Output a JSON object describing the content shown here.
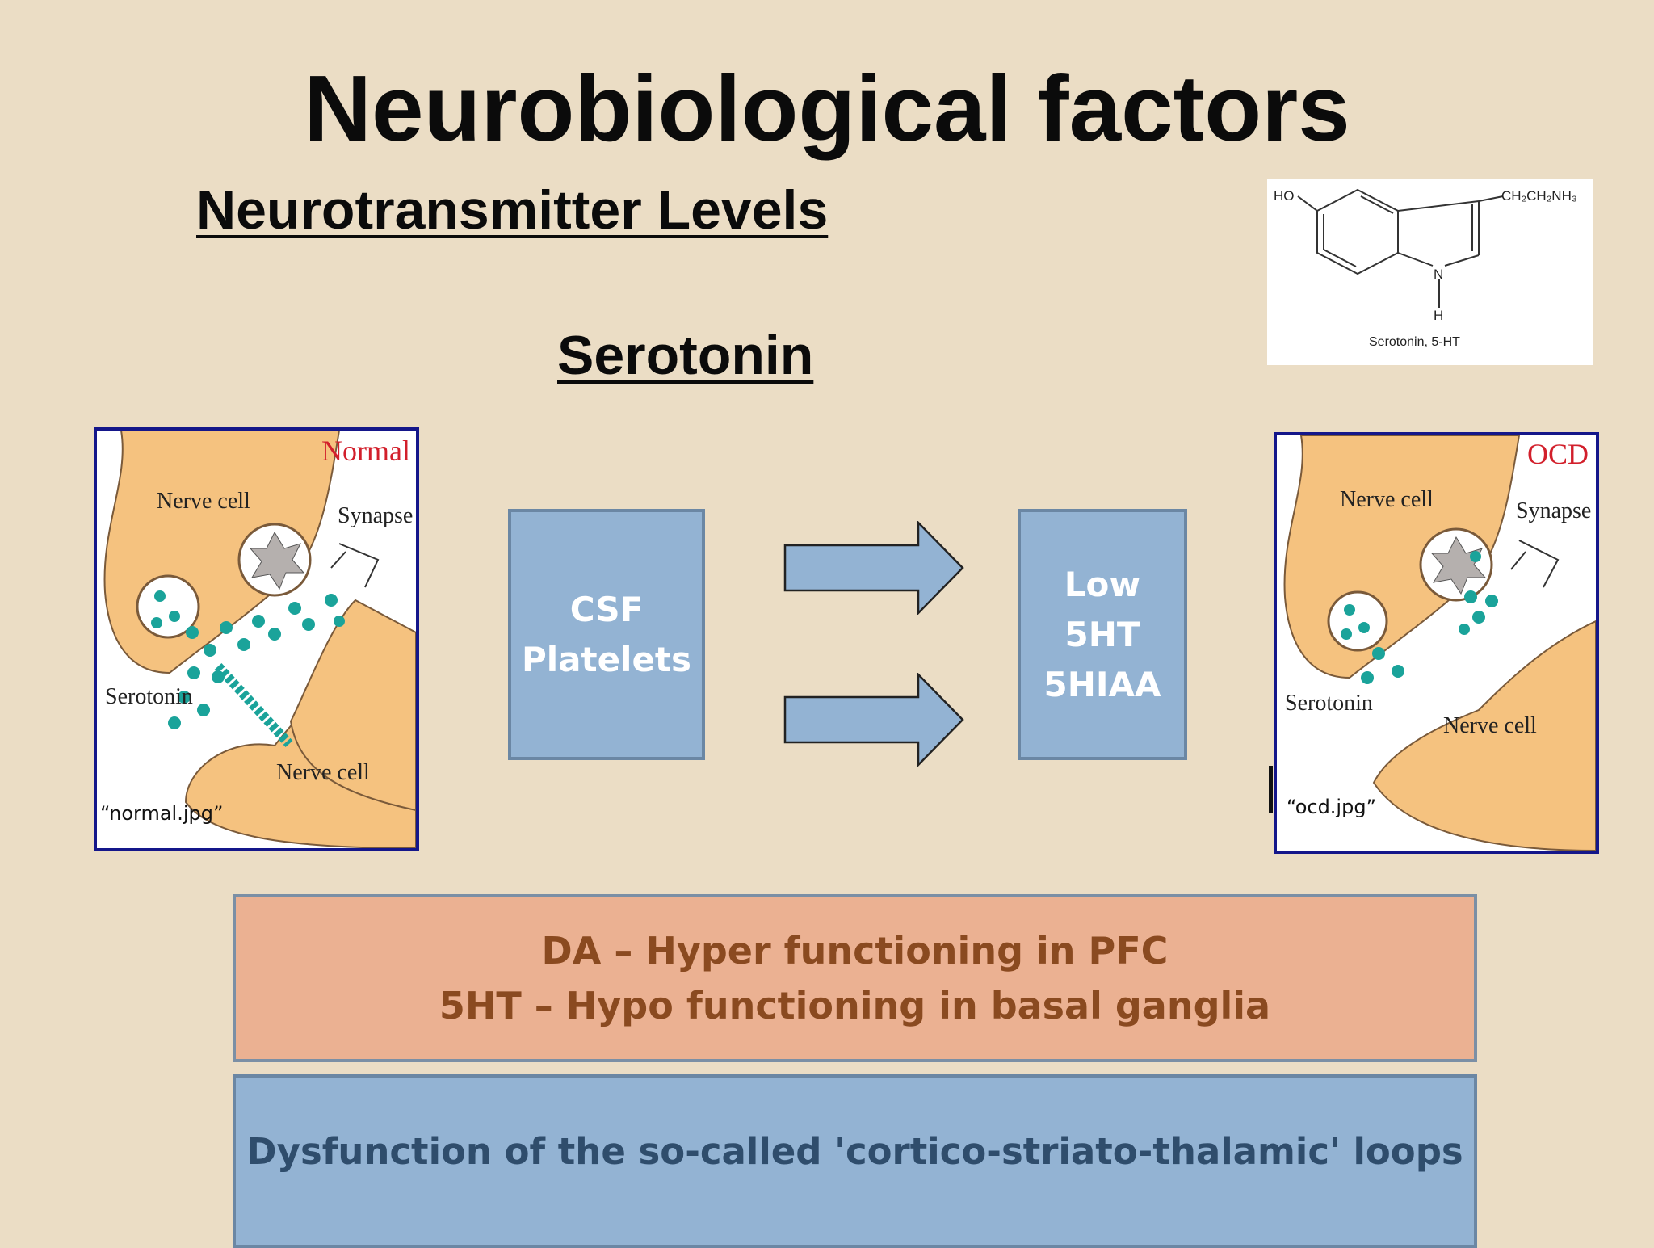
{
  "slide": {
    "title": "Neurobiological factors",
    "subtitle": "Neurotransmitter Levels",
    "section_heading": "Serotonin"
  },
  "molecule": {
    "left_group": "HO",
    "right_group": "CH₂CH₂NH₃",
    "ring_atom": "N",
    "hydrogen": "H",
    "caption": "Serotonin, 5-HT"
  },
  "normal_image": {
    "tag": "Normal",
    "nerve_cell_top": "Nerve cell",
    "synapse": "Synapse",
    "serotonin": "Serotonin",
    "nerve_cell_bottom": "Nerve cell",
    "filename": "“normal.jpg”"
  },
  "ocd_image": {
    "tag": "OCD",
    "nerve_cell_top": "Nerve cell",
    "synapse": "Synapse",
    "serotonin": "Serotonin",
    "nerve_cell_bottom": "Nerve cell",
    "filename": "“ocd.jpg”"
  },
  "source_box": {
    "line1": "CSF",
    "line2": "Platelets"
  },
  "result_box": {
    "line1": "Low",
    "line2": "5HT",
    "line3": "5HIAA"
  },
  "findings": {
    "line1": "DA – Hyper functioning in PFC",
    "line2": "5HT – Hypo functioning in basal ganglia"
  },
  "dysfunction": {
    "text": "Dysfunction of the so-called 'cortico-striato-thalamic' loops"
  },
  "colors": {
    "background": "#ebddc5",
    "blue_box": "#93b3d3",
    "salmon_box": "#ebb192",
    "nerve_cell": "#f5c27f",
    "serotonin_marker": "#1aa39a",
    "frame_border": "#14168a",
    "tag_red": "#d21f2b"
  }
}
